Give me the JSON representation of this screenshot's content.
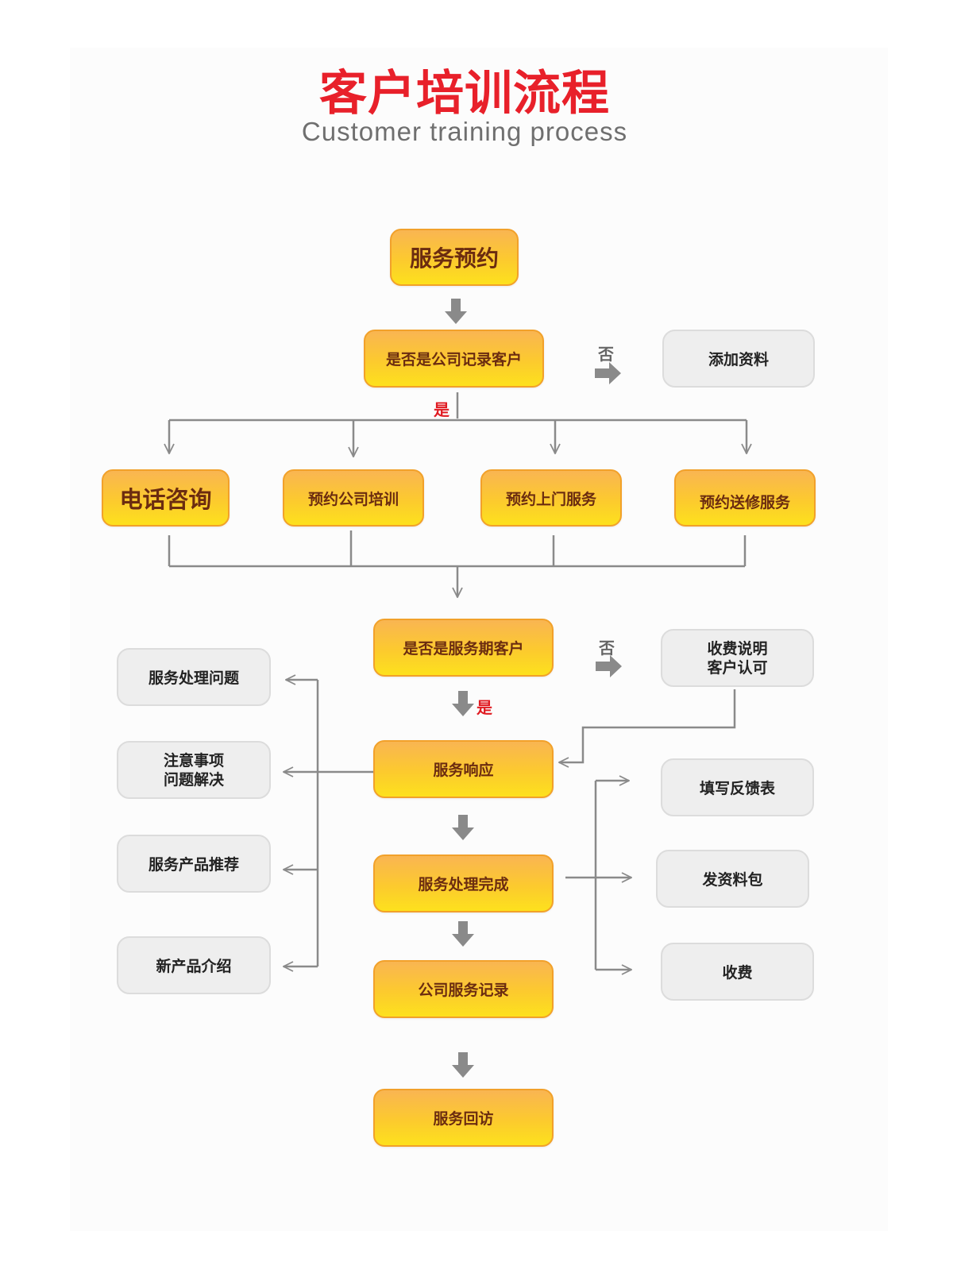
{
  "title": "客户培训流程",
  "subtitle": "Customer training process",
  "colors": {
    "title_red": "#e8202a",
    "orange_top": "#f9b552",
    "orange_bottom": "#fde11d",
    "orange_text": "#6b2c10",
    "gray_box": "#eeeeee",
    "line_gray": "#8a8a8a"
  },
  "nodes": {
    "service_booking": "服务预约",
    "is_company_customer": "是否是公司记录客户",
    "add_info": "添加资料",
    "phone_consult": "电话咨询",
    "book_training": "预约公司培训",
    "book_onsite": "预约上门服务",
    "book_repair": "预约送修服务",
    "is_service_period": "是否是服务期客户",
    "fee_line1": "收费说明",
    "fee_line2": "客户认可",
    "service_response": "服务响应",
    "service_issue": "服务处理问题",
    "notes_line1": "注意事项",
    "notes_line2": "问题解决",
    "product_recommend": "服务产品推荐",
    "new_product": "新产品介绍",
    "service_done": "服务处理完成",
    "feedback_form": "填写反馈表",
    "send_pack": "发资料包",
    "charge": "收费",
    "company_record": "公司服务记录",
    "follow_up": "服务回访"
  },
  "labels": {
    "yes": "是",
    "no": "否"
  }
}
